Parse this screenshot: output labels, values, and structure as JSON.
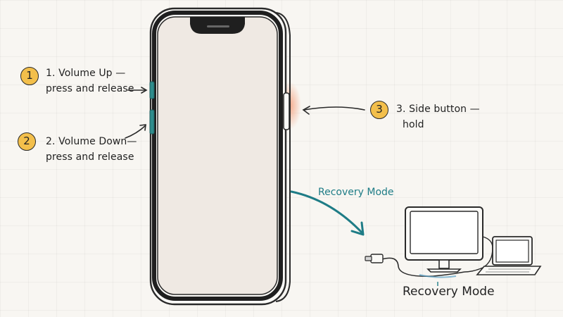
{
  "steps": [
    {
      "number": "1",
      "line1": "1. Volume Up —",
      "line2": "press and release"
    },
    {
      "number": "2",
      "line1": "2. Volume Down—",
      "line2": "press and release"
    },
    {
      "number": "3",
      "line1": "3. Side button —",
      "line2": "hold"
    }
  ],
  "arrow_label": "Recovery Mode",
  "computer_label": "Recovery Mode",
  "colors": {
    "badge": "#f3bf4b",
    "volume_buttons": "#2e8c8c",
    "side_glow": "#f4a483",
    "teal_arrow": "#1e7c86"
  }
}
